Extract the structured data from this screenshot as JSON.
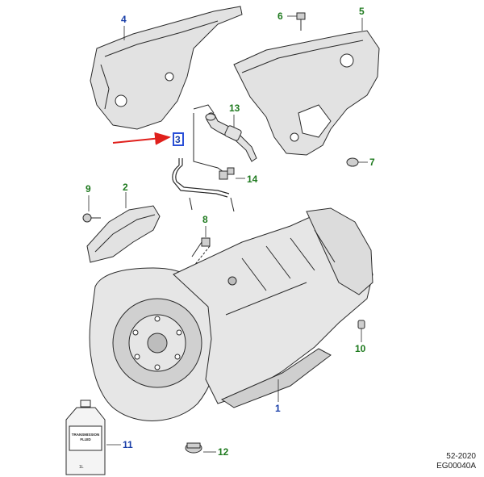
{
  "callouts": {
    "c1": "1",
    "c2": "2",
    "c3": "3",
    "c4": "4",
    "c5": "5",
    "c6": "6",
    "c7": "7",
    "c8": "8",
    "c9": "9",
    "c10": "10",
    "c11": "11",
    "c12": "12",
    "c13": "13",
    "c14": "14"
  },
  "bottle_label": {
    "line1": "TRANSMISSION",
    "line2": "FLUID",
    "volume": "1L"
  },
  "reference": {
    "section": "52-2020",
    "figure": "EG00040A"
  },
  "colors": {
    "callout_blue": "#1a3fa8",
    "callout_green": "#1f7a1f",
    "highlight_blue": "#2a4fd8",
    "arrow_red": "#e0201c",
    "line": "#2b2b2b",
    "shade": "#d9d9d9"
  }
}
